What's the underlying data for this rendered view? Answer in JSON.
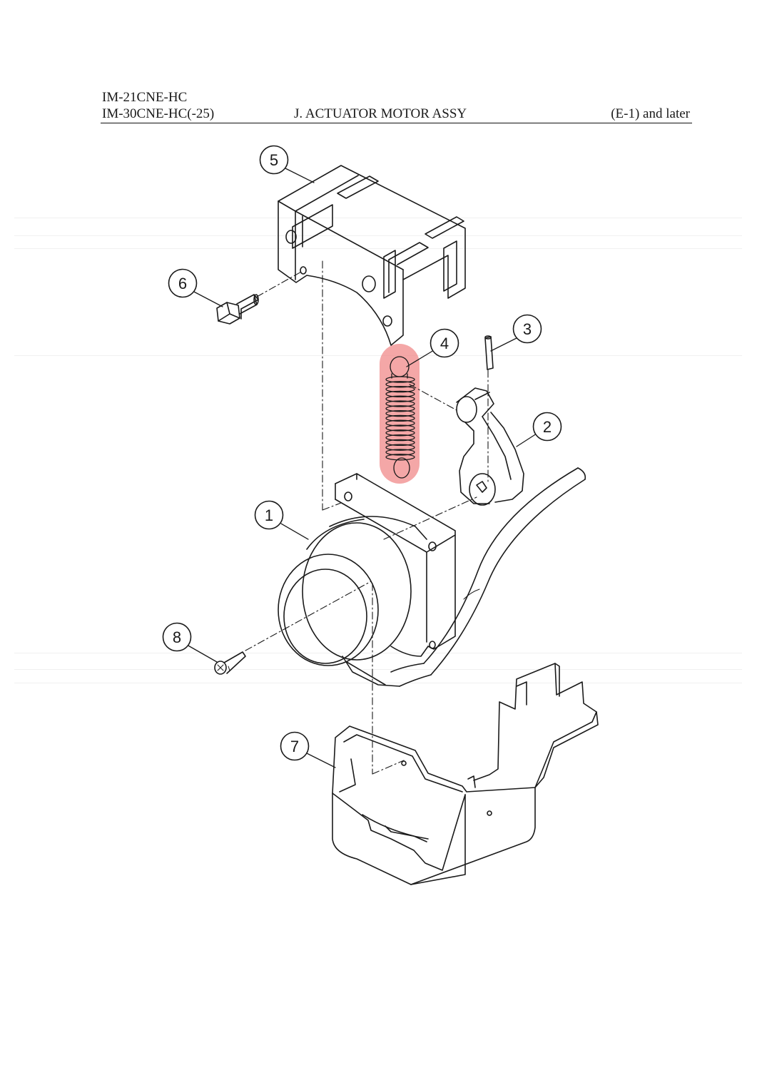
{
  "header": {
    "model_line_1": "IM-21CNE-HC",
    "model_line_2": "IM-30CNE-HC(-25)",
    "title": "J. ACTUATOR MOTOR ASSY",
    "revision": "(E-1) and later"
  },
  "callouts": [
    {
      "label": "1",
      "part": "actuator-motor"
    },
    {
      "label": "2",
      "part": "lever"
    },
    {
      "label": "3",
      "part": "pin"
    },
    {
      "label": "4",
      "part": "spring"
    },
    {
      "label": "5",
      "part": "motor-bracket"
    },
    {
      "label": "6",
      "part": "hex-bolt"
    },
    {
      "label": "7",
      "part": "motor-cover"
    },
    {
      "label": "8",
      "part": "screw"
    }
  ],
  "highlight": {
    "part": "spring",
    "color": "#f08a8a"
  },
  "colors": {
    "line": "#1a1a1a",
    "highlight": "#f08a8a"
  }
}
